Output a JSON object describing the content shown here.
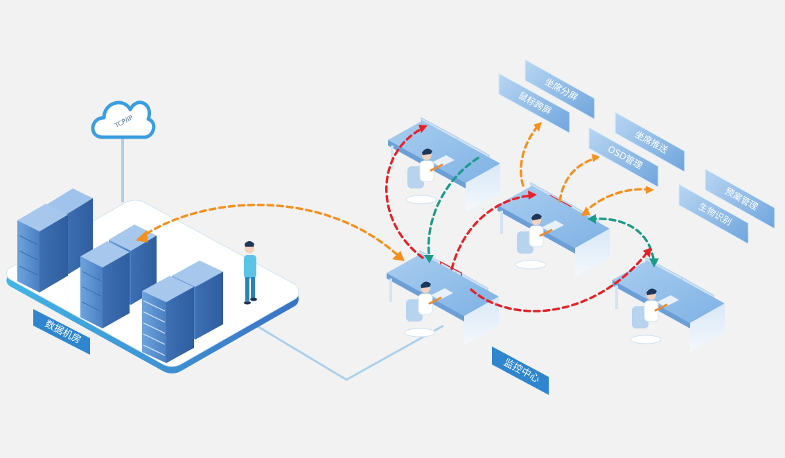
{
  "cloud": {
    "label": "TCP/IP"
  },
  "zones": {
    "data_room": "数据机房",
    "monitor_center": "监控中心"
  },
  "features": {
    "seat_split_screen": "坐席分屏",
    "mouse_cross_screen": "鼠标跨屏",
    "seat_push": "坐席推送",
    "osd_management": "OSD管理",
    "plan_management": "预案管理",
    "biometric_recognition": "生物识别"
  },
  "colors": {
    "background": "#f2f2f2",
    "server_blue": "#4f86c6",
    "platform_edge": "#3b8fd4",
    "panel_blue": "#7fb2e5",
    "tag_blue": "#2f86cf",
    "arrow_orange": "#f5901e",
    "arrow_red": "#e52229",
    "arrow_teal": "#1a9c8a"
  }
}
